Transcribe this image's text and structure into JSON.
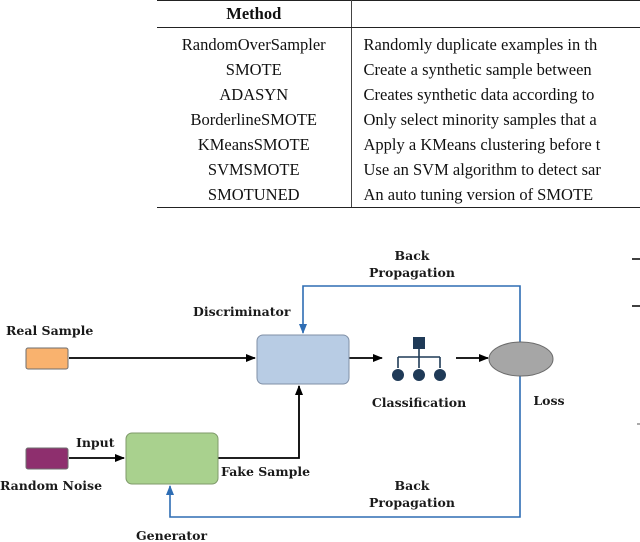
{
  "table": {
    "headers": [
      "Method",
      ""
    ],
    "rows": [
      {
        "method": "RandomOverSampler",
        "description": "Randomly duplicate examples in th"
      },
      {
        "method": "SMOTE",
        "description": "Create a synthetic sample between"
      },
      {
        "method": "ADASYN",
        "description": "Creates synthetic data according to"
      },
      {
        "method": "BorderlineSMOTE",
        "description": "Only select minority samples that a"
      },
      {
        "method": "KMeansSMOTE",
        "description": "Apply a KMeans clustering before t"
      },
      {
        "method": "SVMSMOTE",
        "description": "Use an SVM algorithm to detect sar"
      },
      {
        "method": "SMOTUNED",
        "description": "An auto tuning version of SMOTE"
      }
    ]
  },
  "diagram": {
    "labels": {
      "back_propagation_top": [
        "Back",
        "Propagation"
      ],
      "back_propagation_bottom": [
        "Back",
        "Propagation"
      ],
      "discriminator": "Discriminator",
      "real_sample": "Real Sample",
      "input": "Input",
      "random_noise": "Random Noise",
      "fake_sample": "Fake Sample",
      "classification": "Classification",
      "loss": "Loss",
      "generator": "Generator"
    },
    "colors": {
      "real_sample_fill": "#F9B26E",
      "random_noise_fill": "#8E2F6E",
      "discriminator_fill": "#B8CCE4",
      "generator_fill": "#A9D18E",
      "loss_fill": "#A6A6A6",
      "feedback_arrow": "#2E6DB4",
      "classifier_icon": "#1F3A57"
    }
  }
}
